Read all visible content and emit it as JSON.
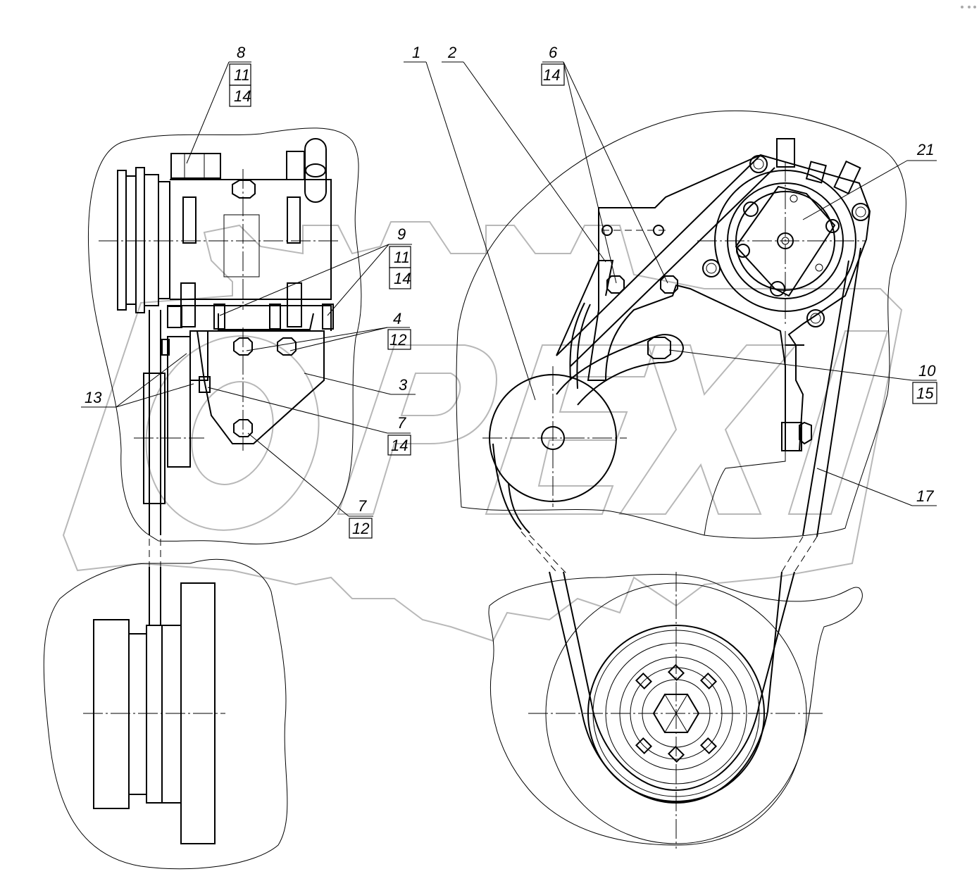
{
  "watermark": "OPEX",
  "callouts": [
    {
      "id": "c8",
      "name": "callout-8",
      "labels": [
        "8",
        "11",
        "14"
      ]
    },
    {
      "id": "c1",
      "name": "callout-1",
      "labels": [
        "1"
      ]
    },
    {
      "id": "c2",
      "name": "callout-2",
      "labels": [
        "2"
      ]
    },
    {
      "id": "c6",
      "name": "callout-6",
      "labels": [
        "6",
        "14"
      ]
    },
    {
      "id": "c21",
      "name": "callout-21",
      "labels": [
        "21"
      ]
    },
    {
      "id": "c9",
      "name": "callout-9",
      "labels": [
        "9",
        "11",
        "14"
      ]
    },
    {
      "id": "c4",
      "name": "callout-4",
      "labels": [
        "4",
        "12"
      ]
    },
    {
      "id": "c3",
      "name": "callout-3",
      "labels": [
        "3"
      ]
    },
    {
      "id": "c13",
      "name": "callout-13",
      "labels": [
        "13"
      ]
    },
    {
      "id": "c7a",
      "name": "callout-7-upper",
      "labels": [
        "7",
        "14"
      ]
    },
    {
      "id": "c7b",
      "name": "callout-7-lower",
      "labels": [
        "7",
        "12"
      ]
    },
    {
      "id": "c10",
      "name": "callout-10",
      "labels": [
        "10",
        "15"
      ]
    },
    {
      "id": "c17",
      "name": "callout-17",
      "labels": [
        "17"
      ]
    }
  ]
}
